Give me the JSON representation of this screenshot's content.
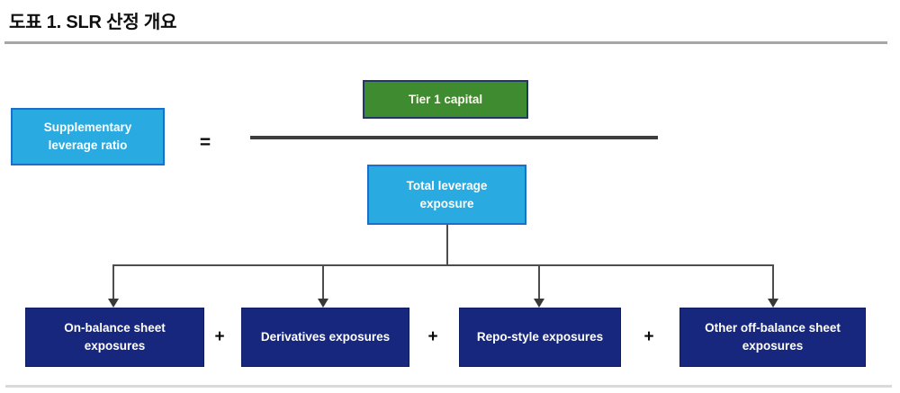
{
  "title": "도표 1. SLR 산정 개요",
  "formula": {
    "lhs_label": "Supplementary leverage ratio",
    "equals_sign": "=",
    "numerator_label": "Tier 1 capital",
    "denominator_label": "Total leverage exposure",
    "plus_sign": "+"
  },
  "exposure_boxes": [
    {
      "label": "On-balance sheet exposures"
    },
    {
      "label": "Derivatives exposures"
    },
    {
      "label": "Repo-style exposures"
    },
    {
      "label": "Other off-balance sheet exposures"
    }
  ],
  "colors": {
    "cyan_box_fill": "#29ABE2",
    "cyan_box_border": "#1B6FC8",
    "green_box_fill": "#3E8C2F",
    "green_box_border": "#1F3864",
    "navy_box_fill": "#16277D",
    "fraction_bar": "#3D3D3D",
    "connector_line": "#4D4D4D",
    "top_rule": "#A6A6A6",
    "bottom_rule": "#DADADA"
  }
}
